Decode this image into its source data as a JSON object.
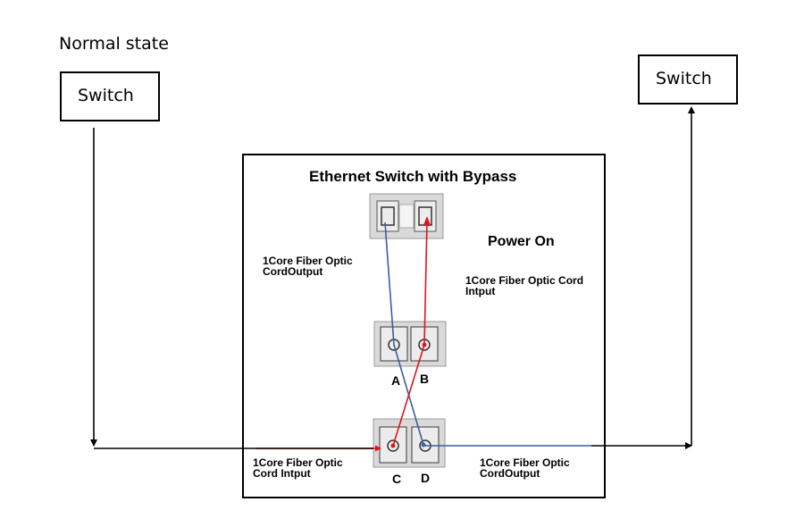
{
  "title": "Normal state",
  "switch_left": {
    "label": "Switch"
  },
  "switch_right": {
    "label": "Switch"
  },
  "panel": {
    "title": "Ethernet Switch with Bypass",
    "status": "Power On",
    "label_top_left": "1Core Fiber Optic\nCordOutput",
    "label_top_right": "1Core Fiber Optic Cord\nIntput",
    "label_bottom_left": "1Core Fiber Optic\nCord Intput",
    "label_bottom_right": "1Core Fiber Optic\nCordOutput",
    "port_a": "A",
    "port_b": "B",
    "port_c": "C",
    "port_d": "D"
  },
  "colors": {
    "line": "#000000",
    "fiber_red": "#e0141e",
    "fiber_blue": "#3a5fa0",
    "connector_gray": "#d9d9d9"
  }
}
